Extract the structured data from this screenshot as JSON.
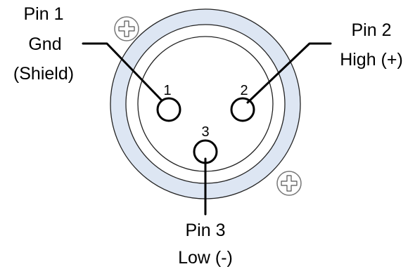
{
  "labels": {
    "pin1": {
      "line1": "Pin 1",
      "line2": "Gnd",
      "line3": "(Shield)"
    },
    "pin2": {
      "line1": "Pin 2",
      "line2": "High (+)"
    },
    "pin3": {
      "line1": "Pin 3",
      "line2": "Low (-)"
    }
  },
  "pin_numbers": {
    "pin1": "1",
    "pin2": "2",
    "pin3": "3"
  },
  "colors": {
    "outer_ring": "#dde6f3",
    "outline": "#000000",
    "screw": "#777777",
    "background": "#ffffff"
  },
  "icons": {
    "mounting_screw": "phillips-screw-icon"
  }
}
